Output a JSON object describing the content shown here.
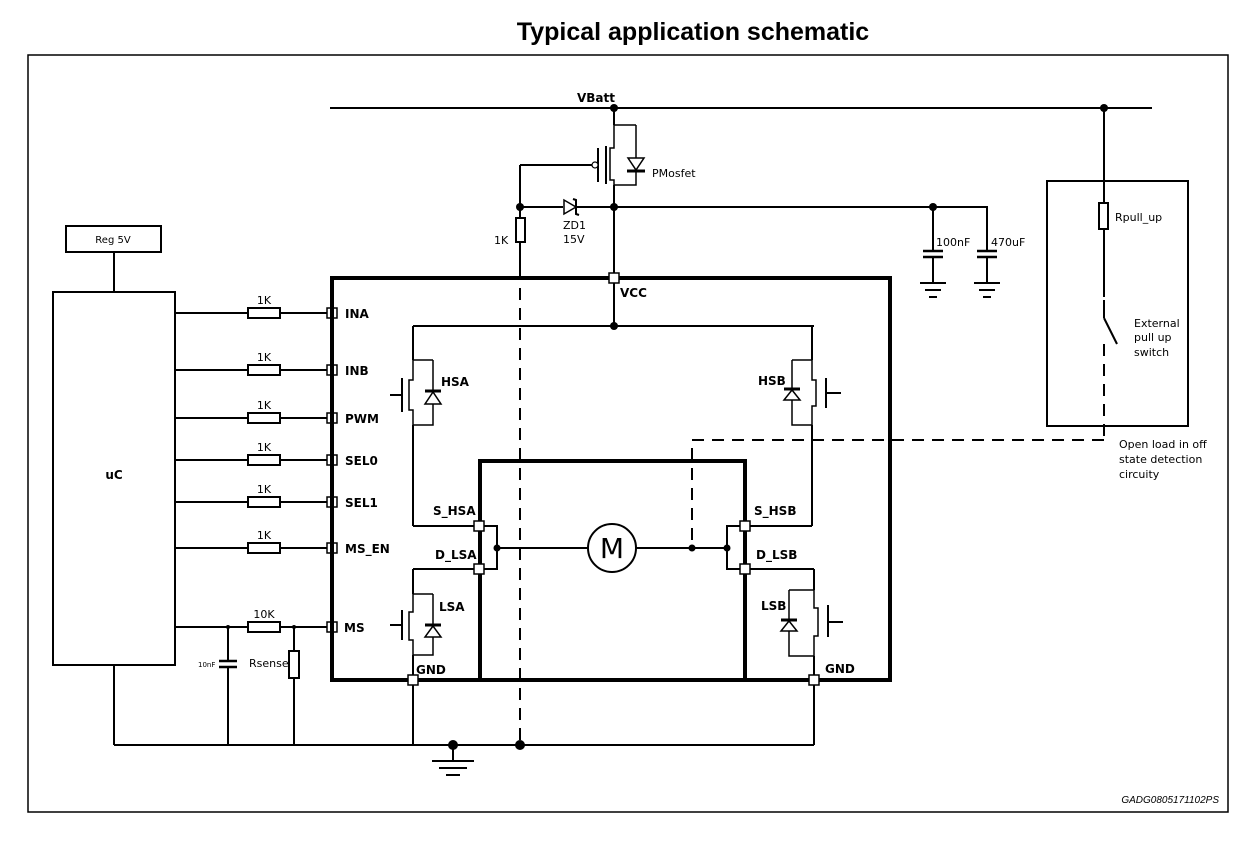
{
  "title": "Typical application schematic",
  "reference": "GADG0805171102PS",
  "supply": {
    "vbatt": "VBatt",
    "pmosfet": "PMosfet",
    "zener_name": "ZD1",
    "zener_value": "15V",
    "gate_resistor": "1K",
    "cap1": "100nF",
    "cap2": "470uF"
  },
  "controller": {
    "label": "uC",
    "regulator": "Reg 5V"
  },
  "inputs": [
    {
      "pin": "INA",
      "resistor": "1K"
    },
    {
      "pin": "INB",
      "resistor": "1K"
    },
    {
      "pin": "PWM",
      "resistor": "1K"
    },
    {
      "pin": "SEL0",
      "resistor": "1K"
    },
    {
      "pin": "SEL1",
      "resistor": "1K"
    },
    {
      "pin": "MS_EN",
      "resistor": "1K"
    },
    {
      "pin": "MS",
      "resistor": "10K"
    }
  ],
  "sense": {
    "capacitor": "10nF",
    "resistor": "Rsense"
  },
  "bridge": {
    "vcc": "VCC",
    "hsa": "HSA",
    "hsb": "HSB",
    "lsa": "LSA",
    "lsb": "LSB",
    "s_hsa": "S_HSA",
    "d_lsa": "D_LSA",
    "s_hsb": "S_HSB",
    "d_lsb": "D_LSB",
    "gnd_a": "GND",
    "gnd_b": "GND",
    "motor": "M"
  },
  "external": {
    "rpull": "Rpull_up",
    "switch_label": [
      "External",
      "pull up",
      "switch"
    ],
    "open_load": [
      "Open load in off",
      "state detection",
      "circuity"
    ]
  }
}
